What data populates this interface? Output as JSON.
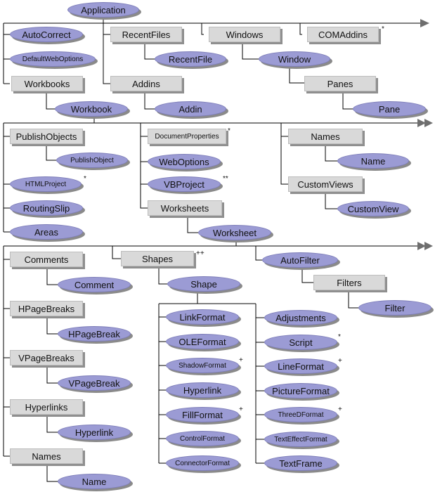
{
  "nodes": {
    "application": "Application",
    "autocorrect": "AutoCorrect",
    "defaultweboptions": "DefaultWebOptions",
    "recentfiles": "RecentFiles",
    "recentfile": "RecentFile",
    "windows": "Windows",
    "window": "Window",
    "comaddins": "COMAddins",
    "workbooks": "Workbooks",
    "addins": "Addins",
    "addin": "Addin",
    "panes": "Panes",
    "pane": "Pane",
    "workbook": "Workbook",
    "publishobjects": "PublishObjects",
    "publishobject": "PublishObject",
    "documentproperties": "DocumentProperties",
    "names": "Names",
    "name": "Name",
    "weboptions": "WebOptions",
    "htmlproject": "HTMLProject",
    "vbproject": "VBProject",
    "customviews": "CustomViews",
    "customview": "CustomView",
    "routingslip": "RoutingSlip",
    "worksheets": "Worksheets",
    "areas": "Areas",
    "worksheet": "Worksheet",
    "comments": "Comments",
    "shapes": "Shapes",
    "autofilter": "AutoFilter",
    "comment": "Comment",
    "shape": "Shape",
    "filters": "Filters",
    "filter": "Filter",
    "hpagebreaks": "HPageBreaks",
    "hpagebreak": "HPageBreak",
    "linkformat": "LinkFormat",
    "adjustments": "Adjustments",
    "oleformat": "OLEFormat",
    "script": "Script",
    "vpagebreaks": "VPageBreaks",
    "vpagebreak": "VPageBreak",
    "shadowformat": "ShadowFormat",
    "lineformat": "LineFormat",
    "hyperlink_shape": "Hyperlink",
    "pictureformat": "PictureFormat",
    "hyperlinks": "Hyperlinks",
    "hyperlink": "Hyperlink",
    "fillformat": "FillFormat",
    "threedformat": "ThreeDFormat",
    "controlformat": "ControlFormat",
    "texteffectformat": "TextEffectFormat",
    "names2": "Names",
    "name2": "Name",
    "connectorformat": "ConnectorFormat",
    "textframe": "TextFrame"
  },
  "marks": {
    "comaddins": "*",
    "documentproperties": "*",
    "htmlproject": "*",
    "vbproject": "**",
    "shapes": "++",
    "shadowformat": "+",
    "script": "*",
    "lineformat": "+",
    "fillformat": "+",
    "threedformat": "+"
  },
  "colors": {
    "collection_fill": "#d9d9d9",
    "object_fill": "#9b9bd4",
    "line": "#000000",
    "arrow": "#6e6e6e"
  }
}
